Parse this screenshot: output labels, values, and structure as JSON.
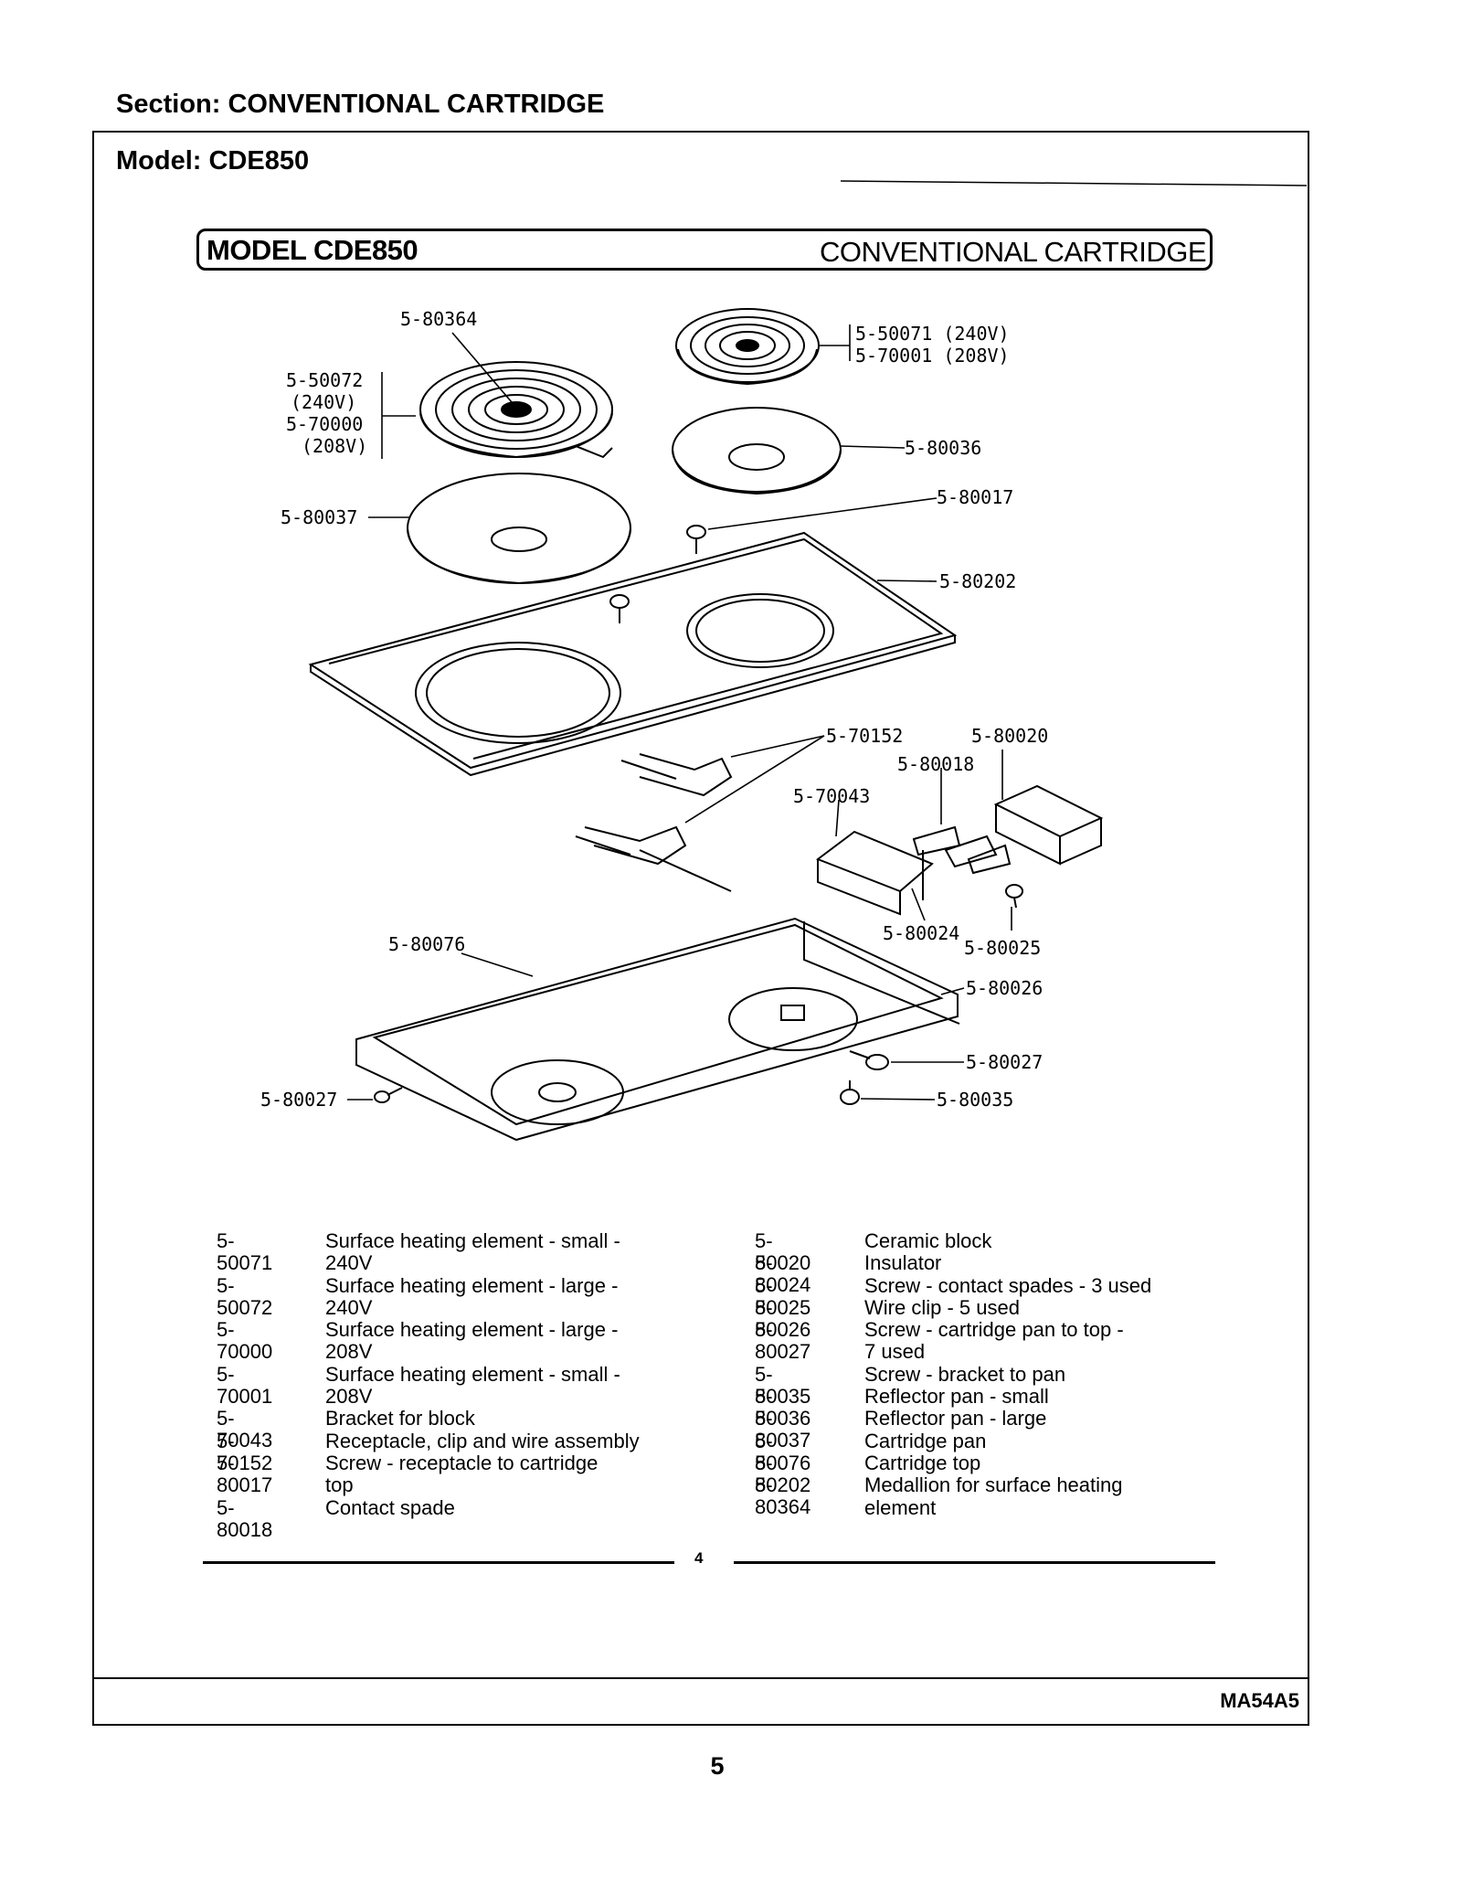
{
  "header": {
    "section": "Section:  CONVENTIONAL CARTRIDGE",
    "model": "Model:  CDE850"
  },
  "banner": {
    "left": "MODEL CDE850",
    "right": "CONVENTIONAL CARTRIDGE"
  },
  "callouts": {
    "c80364": "5-80364",
    "c50072": "5-50072",
    "c240a": "(240V)",
    "c70000": "5-70000",
    "c208a": "(208V)",
    "c50071": "5-50071 (240V)",
    "c70001": "5-70001 (208V)",
    "c80036": "5-80036",
    "c80037": "5-80037",
    "c80017": "5-80017",
    "c80202": "5-80202",
    "c70152": "5-70152",
    "c80020": "5-80020",
    "c80018": "5-80018",
    "c70043": "5-70043",
    "c80024": "5-80024",
    "c80025": "5-80025",
    "c80076": "5-80076",
    "c80026": "5-80026",
    "c80027a": "5-80027",
    "c80027b": "5-80027",
    "c80035": "5-80035"
  },
  "parts_left": [
    {
      "num": "5-50071",
      "desc": [
        "Surface heating element - small -",
        "240V"
      ]
    },
    {
      "num": "5-50072",
      "desc": [
        "Surface heating element - large -",
        "240V"
      ]
    },
    {
      "num": "5-70000",
      "desc": [
        "Surface heating element - large -",
        "208V"
      ]
    },
    {
      "num": "5-70001",
      "desc": [
        "Surface heating element - small -",
        "208V"
      ]
    },
    {
      "num": "5-70043",
      "desc": [
        "Bracket for block"
      ]
    },
    {
      "num": "5-70152",
      "desc": [
        "Receptacle, clip and wire assembly"
      ]
    },
    {
      "num": "5-80017",
      "desc": [
        "Screw - receptacle to cartridge",
        "top"
      ]
    },
    {
      "num": "5-80018",
      "desc": [
        "Contact spade"
      ]
    }
  ],
  "parts_right": [
    {
      "num": "5-80020",
      "desc": [
        "Ceramic block"
      ]
    },
    {
      "num": "5-80024",
      "desc": [
        "Insulator"
      ]
    },
    {
      "num": "5-80025",
      "desc": [
        "Screw - contact spades - 3 used"
      ]
    },
    {
      "num": "5-80026",
      "desc": [
        "Wire clip - 5 used"
      ]
    },
    {
      "num": "5-80027",
      "desc": [
        "Screw - cartridge pan to top -",
        "7 used"
      ]
    },
    {
      "num": "5-80035",
      "desc": [
        "Screw - bracket to pan"
      ]
    },
    {
      "num": "5-80036",
      "desc": [
        "Reflector pan - small"
      ]
    },
    {
      "num": "5-80037",
      "desc": [
        "Reflector pan - large"
      ]
    },
    {
      "num": "5-80076",
      "desc": [
        "Cartridge pan"
      ]
    },
    {
      "num": "5-80202",
      "desc": [
        "Cartridge top"
      ]
    },
    {
      "num": "5-80364",
      "desc": [
        "Medallion for surface heating",
        "element"
      ]
    }
  ],
  "inner_page_number": "4",
  "footer": {
    "doc_code": "MA54A5",
    "page_number": "5"
  }
}
